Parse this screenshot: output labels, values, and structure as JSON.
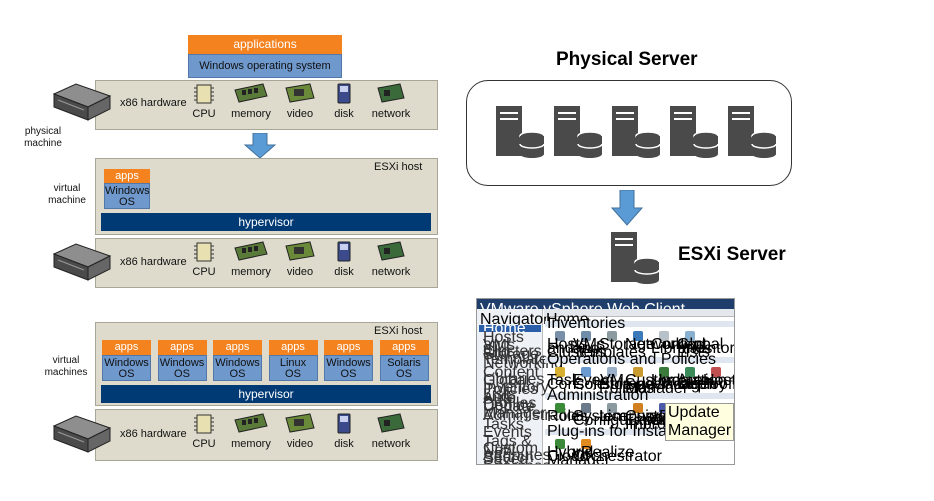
{
  "top_stack": {
    "applications": "applications",
    "os": "Windows operating system"
  },
  "physical": {
    "label": "physical\nmachine",
    "hardware_label": "x86 hardware",
    "components": [
      "CPU",
      "memory",
      "video",
      "disk",
      "network"
    ]
  },
  "virtual_single": {
    "label": "virtual\nmachine",
    "host_label": "ESXi host",
    "apps": "apps",
    "os": "Windows\nOS",
    "hypervisor": "hypervisor",
    "hardware_label": "x86 hardware",
    "components": [
      "CPU",
      "memory",
      "video",
      "disk",
      "network"
    ]
  },
  "virtual_multi": {
    "label": "virtual\nmachines",
    "host_label": "ESXi host",
    "vms": [
      {
        "apps": "apps",
        "os": "Windows\nOS"
      },
      {
        "apps": "apps",
        "os": "Windows\nOS"
      },
      {
        "apps": "apps",
        "os": "Windows\nOS"
      },
      {
        "apps": "apps",
        "os": "Linux\nOS"
      },
      {
        "apps": "apps",
        "os": "Windows\nOS"
      },
      {
        "apps": "apps",
        "os": "Solaris\nOS"
      }
    ],
    "hypervisor": "hypervisor",
    "hardware_label": "x86 hardware",
    "components": [
      "CPU",
      "memory",
      "video",
      "disk",
      "network"
    ]
  },
  "right": {
    "physical_title": "Physical Server",
    "esxi_title": "ESXi Server"
  },
  "screenshot": {
    "title": "VMware vSphere Web Client",
    "nav_header": "Navigator",
    "tab": "Home",
    "nav_items": [
      "Home",
      "Hosts and Clusters",
      "VMs and Templates",
      "Storage",
      "Networking",
      "Content Libraries",
      "Global Inventory Lists",
      "Policies and Profiles",
      "Auto Deploy",
      "Update Manager",
      "Administration",
      "Tasks",
      "Events",
      "Tags & Custom Attributes",
      "New Search",
      "Saved Searches"
    ],
    "section_inventories": "Inventories",
    "inventories": [
      "Hosts and Clusters",
      "VMs and Templates",
      "Storage",
      "Networking",
      "Content Libraries",
      "Global Inventory Lists"
    ],
    "section_ops": "Operations and Policies",
    "ops": [
      "Task Console",
      "Event Console",
      "VM Storage Policies",
      "Customization Specification Manager",
      "Update Manager",
      "Auto Deploy",
      "Host Profiles"
    ],
    "section_admin": "Administration",
    "admin": [
      "Roles",
      "System Configuration",
      "Licensing",
      "Customer Experience Improvement",
      "vRealize Orchestrator"
    ],
    "tooltip": "Update Manager",
    "section_plugins": "Plug-ins for Installation",
    "plugins": [
      "Hybrid Cloud Manager",
      "vRealize Orchestrator"
    ]
  }
}
